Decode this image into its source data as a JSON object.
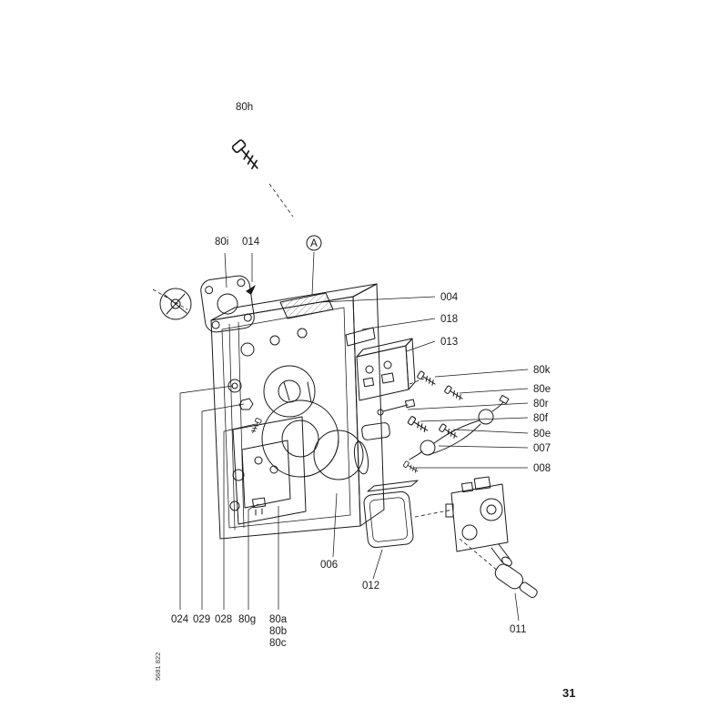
{
  "page": {
    "number": "31",
    "code": "5681 822"
  },
  "callout": {
    "letter": "A"
  },
  "labels": {
    "l80h": "80h",
    "l80i": "80i",
    "l014": "014",
    "l004": "004",
    "l018": "018",
    "l013": "013",
    "l80k": "80k",
    "l80e1": "80e",
    "l80r": "80r",
    "l80f": "80f",
    "l80e2": "80e",
    "l007": "007",
    "l008": "008",
    "l006": "006",
    "l012": "012",
    "l011": "011",
    "l024": "024",
    "l029": "029",
    "l028": "028",
    "l80g": "80g",
    "l80a": "80a",
    "l80b": "80b",
    "l80c": "80c"
  },
  "colors": {
    "ink": "#1a1a1a",
    "paper": "#ffffff"
  }
}
